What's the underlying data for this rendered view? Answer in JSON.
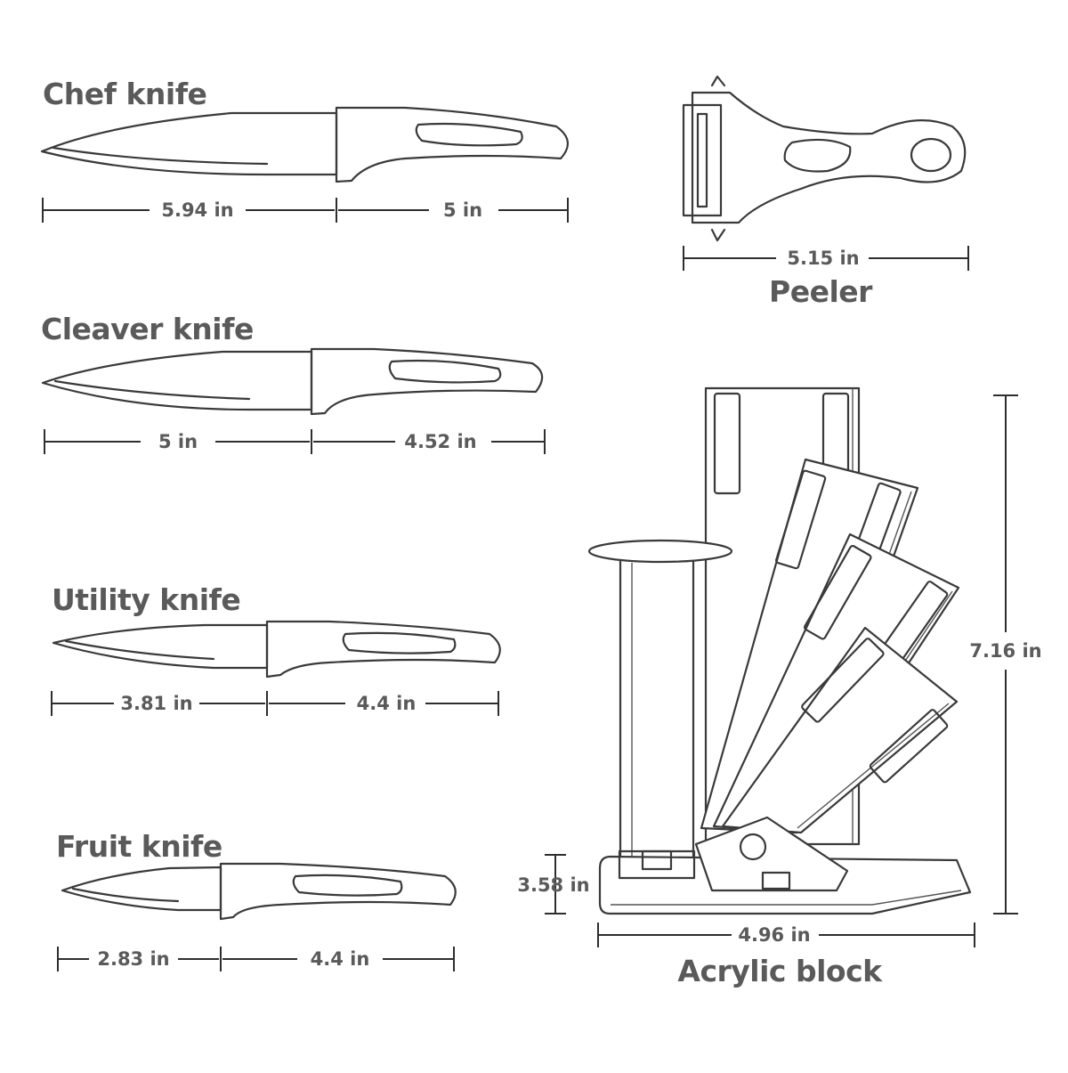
{
  "items": {
    "chef": {
      "title": "Chef knife",
      "blade": "5.94 in",
      "handle": "5 in"
    },
    "cleaver": {
      "title": "Cleaver knife",
      "blade": "5 in",
      "handle": "4.52 in"
    },
    "utility": {
      "title": "Utility knife",
      "blade": "3.81 in",
      "handle": "4.4 in"
    },
    "fruit": {
      "title": "Fruit knife",
      "blade": "2.83 in",
      "handle": "4.4 in"
    },
    "peeler": {
      "title": "Peeler",
      "length": "5.15 in"
    },
    "block": {
      "title": "Acrylic block",
      "height": "7.16 in",
      "base_height": "3.58 in",
      "width": "4.96 in"
    }
  },
  "colors": {
    "line": "#3a3a3a",
    "text": "#5a5a5a",
    "background": "#ffffff"
  }
}
